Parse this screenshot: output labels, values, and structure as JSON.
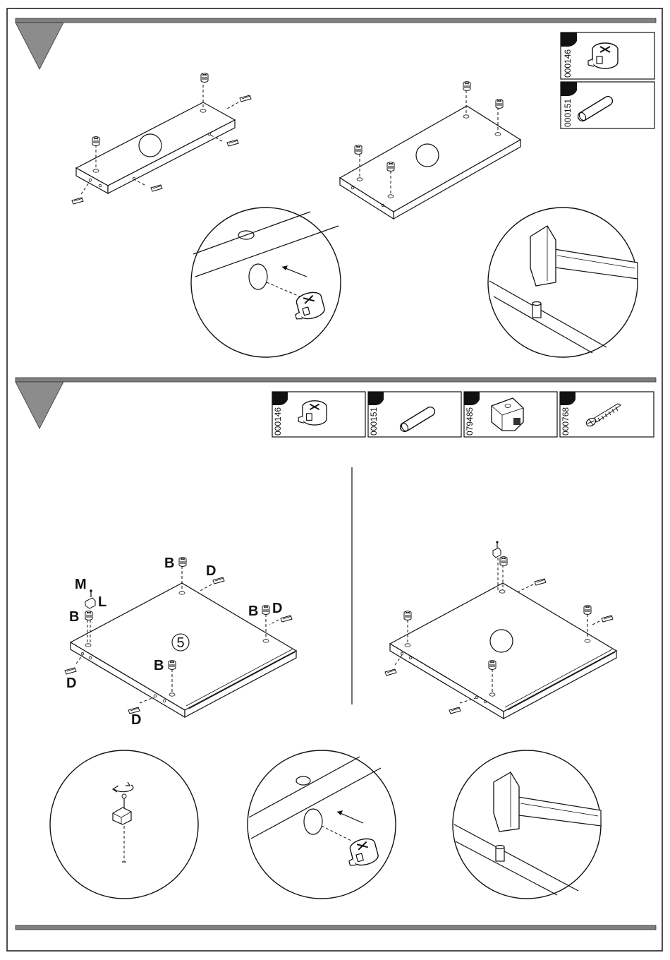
{
  "steps": [
    {
      "parts": [
        {
          "code": "000146",
          "icon": "cam-lock-icon"
        },
        {
          "code": "000151",
          "icon": "wooden-dowel-icon"
        }
      ]
    },
    {
      "parts": [
        {
          "code": "000146",
          "icon": "cam-lock-icon"
        },
        {
          "code": "000151",
          "icon": "wooden-dowel-icon"
        },
        {
          "code": "079485",
          "icon": "shelf-support-bracket-icon"
        },
        {
          "code": "000768",
          "icon": "screw-icon"
        }
      ],
      "labels": {
        "b": "B",
        "d": "D",
        "m": "M",
        "l": "L",
        "panel_number": "5"
      }
    }
  ],
  "colors": {
    "line": "#111111",
    "banner": "#808080",
    "triangle": "#8c8c8c"
  }
}
